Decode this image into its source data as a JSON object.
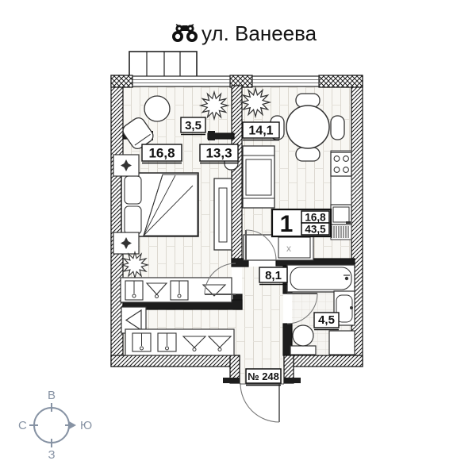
{
  "title": {
    "street": "ул. Ванеева"
  },
  "plan": {
    "areas": {
      "wardrobe_zone": "3,5",
      "kitchen": "14,1",
      "room": "16,8",
      "living_zone": "13,3",
      "hallway": "8,1",
      "bathroom": "4,5"
    },
    "unit_badge": {
      "rooms": "1",
      "living_area": "16,8",
      "total_area": "43,5"
    },
    "entrance": {
      "apartment_number": "№ 248"
    },
    "washer_mark": "x"
  },
  "compass": {
    "top": "В",
    "right": "Ю",
    "bottom": "З",
    "left": "С"
  },
  "colors": {
    "wall": "#1d1d1d",
    "gray_block": "#c4c4c4",
    "compass": "#8793a4",
    "floor_line": "#dcd8d0"
  }
}
